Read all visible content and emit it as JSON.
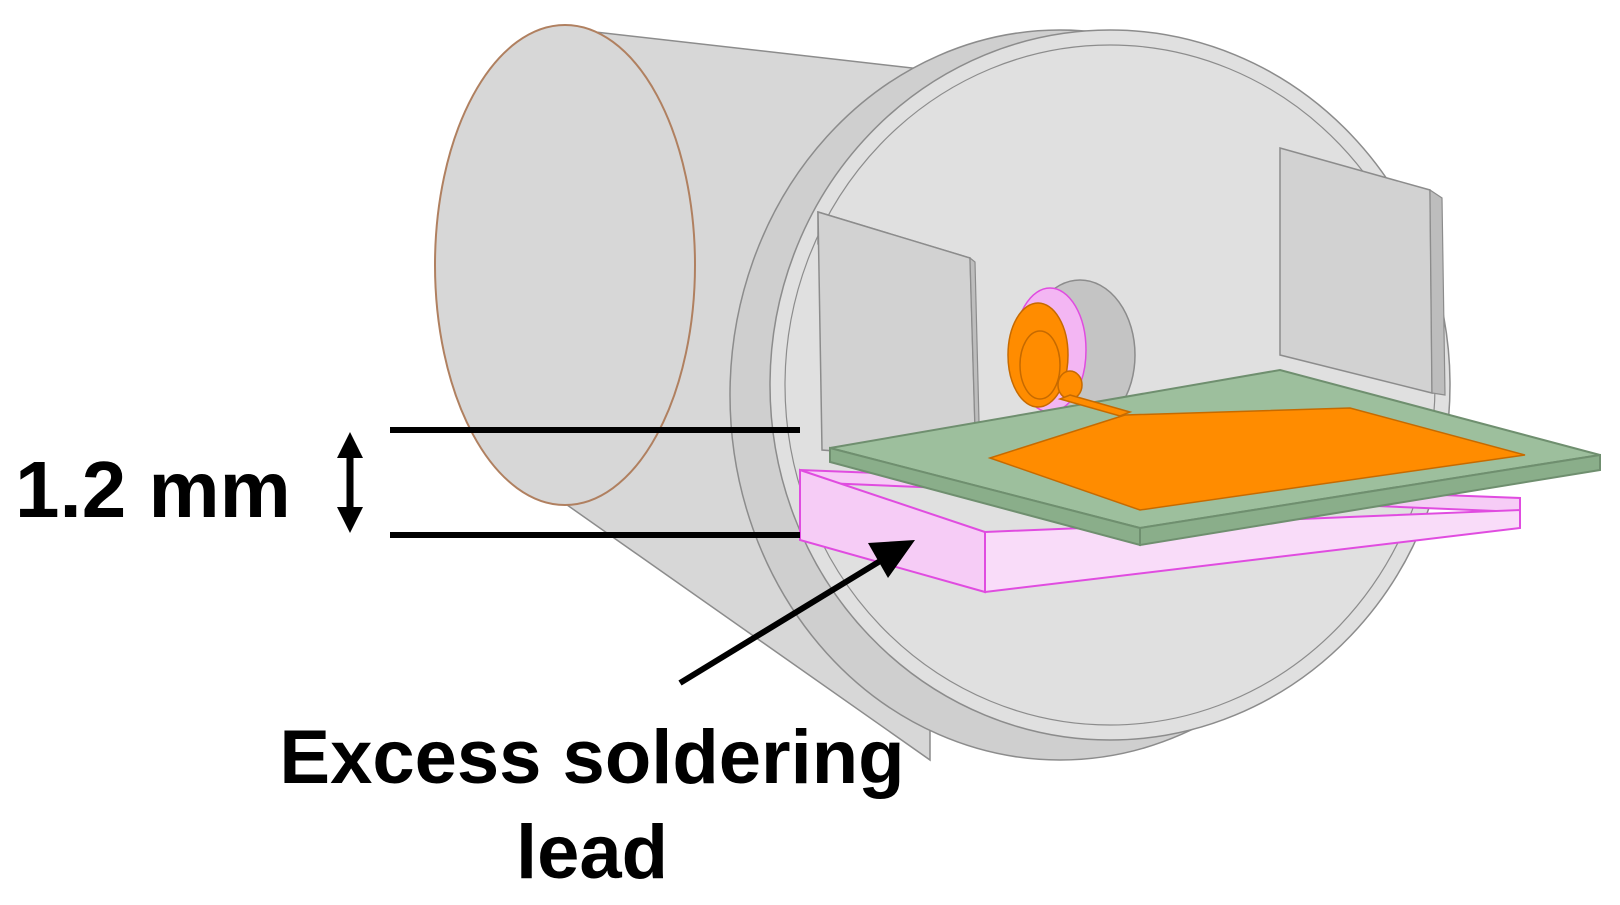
{
  "diagram": {
    "labels": {
      "dimension": "1.2 mm",
      "callout_line1": "Excess soldering",
      "callout_line2": "lead"
    },
    "colors": {
      "connector_body": "#d7d7d7",
      "connector_face": "#e0e0e0",
      "connector_outline": "#8c8c8c",
      "barrel_edge": "#b08060",
      "substrate": "#9dbf9d",
      "substrate_edge": "#6f8f6f",
      "conductor": "#ff8c00",
      "conductor_edge": "#c66a00",
      "solder": "#f6ccf6",
      "solder_edge": "#e04ce0",
      "annotation": "#000000"
    }
  }
}
